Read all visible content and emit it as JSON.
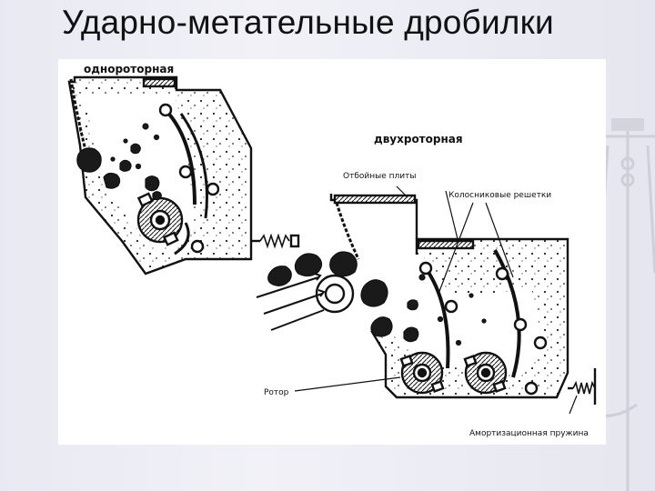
{
  "slide": {
    "title": "Ударно-метательные дробилки"
  },
  "diagram": {
    "labels": {
      "single_rotor": "однороторная",
      "double_rotor": "двухроторная",
      "impact_plates": "Отбойные плиты",
      "grate_bars": "Колосниковые решетки",
      "rotor": "Ротор",
      "shock_spring": "Амортизационная пружина"
    }
  },
  "colors": {
    "background": "#ececf4",
    "figure_bg": "#ffffff",
    "ink": "#111111",
    "deco_scale": "#c9c9d6"
  }
}
